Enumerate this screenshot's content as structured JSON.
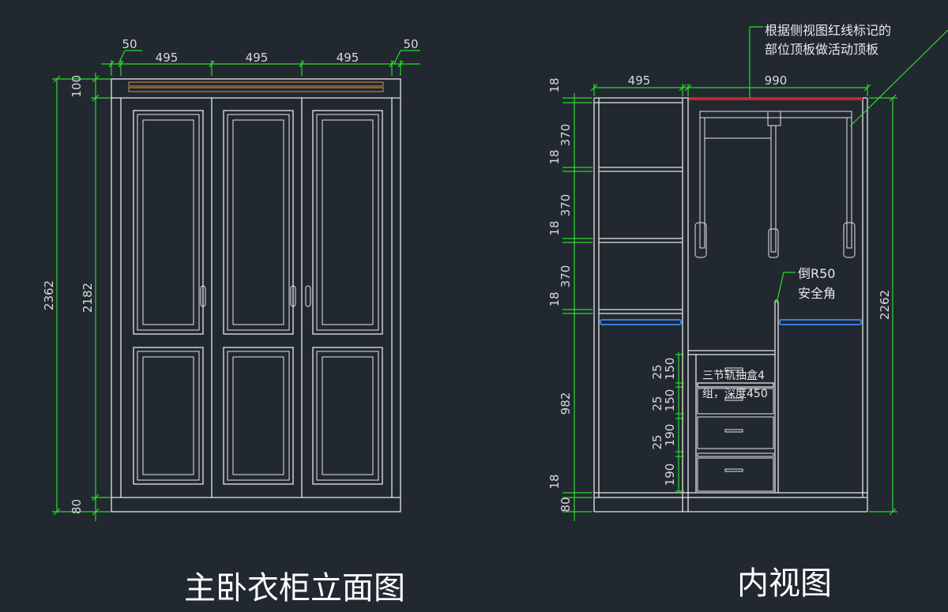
{
  "titles": {
    "elevation": "主卧衣柜立面图",
    "interior": "内视图"
  },
  "elevation_dims": {
    "top_side_left": "50",
    "top_door_1": "495",
    "top_door_2": "495",
    "top_door_3": "495",
    "top_side_right": "50",
    "overall_height": "2362",
    "top_panel": "100",
    "door_height": "2182",
    "base": "80"
  },
  "interior_dims": {
    "left_width": "495",
    "right_width": "990",
    "right_height": "2262",
    "stack": [
      "18",
      "370",
      "18",
      "370",
      "18",
      "370",
      "18",
      "982",
      "18",
      "80"
    ],
    "drawer_stack": [
      "150",
      "25",
      "150",
      "25",
      "190",
      "25",
      "190"
    ]
  },
  "notes": {
    "top_note_line1": "根据侧视图红线标记的",
    "top_note_line2": "部位顶板做活动顶板",
    "corner_line1": "倒R50",
    "corner_line2": "安全角",
    "drawer_line1": "三节轨抽盒4",
    "drawer_line2": "组，深度450"
  },
  "colors": {
    "background": "#212830",
    "dimension": "#2bdc2b",
    "outline": "#e6e6e6",
    "hanging_rail": "#3b7ddd",
    "movable_top": "#c0262c",
    "top_strip": "#c08040"
  }
}
